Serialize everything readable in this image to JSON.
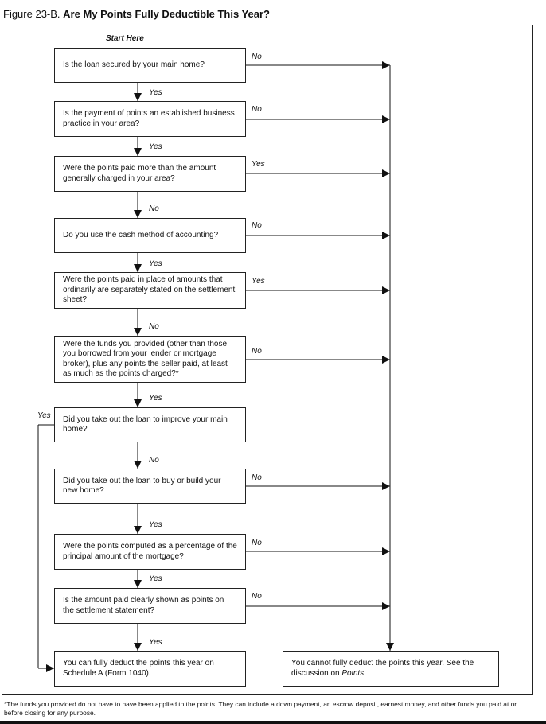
{
  "figure": {
    "number": "Figure 23-B.",
    "title": "Are My Points Fully Deductible This Year?"
  },
  "start_label": "Start Here",
  "questions": [
    {
      "text": "Is the loan secured by your main home?",
      "exit_label": "No",
      "continue_label": "Yes"
    },
    {
      "text": "Is the payment of points an established business practice in your area?",
      "exit_label": "No",
      "continue_label": "Yes"
    },
    {
      "text": "Were the points paid more than the amount generally charged in your area?",
      "exit_label": "Yes",
      "continue_label": "No"
    },
    {
      "text": "Do you use the cash method of accounting?",
      "exit_label": "No",
      "continue_label": "Yes"
    },
    {
      "text": "Were the points paid in place of amounts that ordinarily are separately stated on the settlement sheet?",
      "exit_label": "Yes",
      "continue_label": "No"
    },
    {
      "text": "Were the funds you provided (other than those you borrowed from your lender or mortgage broker), plus any points the seller paid, at least as much as the points charged?*",
      "exit_label": "No",
      "continue_label": "Yes"
    },
    {
      "text": "Did you take out the loan to improve your main home?",
      "exit_label": "Yes",
      "continue_label": "No"
    },
    {
      "text": "Did you take out the loan to buy or build your new home?",
      "exit_label": "No",
      "continue_label": "Yes"
    },
    {
      "text": "Were the points computed as a percentage of the principal amount of the mortgage?",
      "exit_label": "No",
      "continue_label": "Yes"
    },
    {
      "text": "Is the amount paid clearly shown as points on the settlement statement?",
      "exit_label": "No",
      "continue_label": "Yes"
    }
  ],
  "outcomes": {
    "yes_result": "You can fully deduct the points this year on Schedule A (Form 1040).",
    "no_result_prefix": "You cannot fully deduct the points this year. See the discussion on ",
    "no_result_italic": "Points",
    "no_result_suffix": "."
  },
  "footnote": "*The funds you provided do not have to have been applied to the points. They can include a down payment, an escrow deposit, earnest money, and other funds you paid at or before closing for any purpose."
}
